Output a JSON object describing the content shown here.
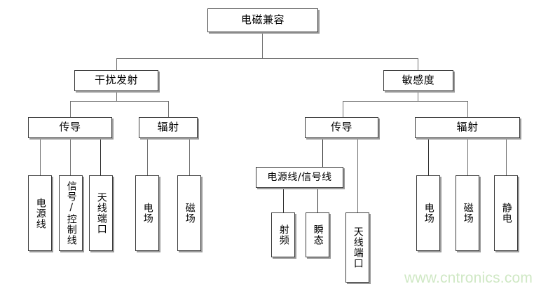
{
  "diagram": {
    "title": "电磁兼容",
    "root": {
      "label": "电磁兼容"
    },
    "level2": {
      "emission": {
        "label": "干扰发射"
      },
      "susceptibility": {
        "label": "敏感度"
      }
    },
    "level3": {
      "emission_conducted": {
        "label": "传导"
      },
      "emission_radiated": {
        "label": "辐射"
      },
      "susceptibility_conducted": {
        "label": "传导"
      },
      "susceptibility_radiated": {
        "label": "辐射"
      }
    },
    "level4": {
      "emission_conducted_power_line": {
        "label": "电源线"
      },
      "emission_conducted_signal_control_line": {
        "label": "信号/控制线"
      },
      "emission_conducted_antenna_port": {
        "label": "天线端口"
      },
      "emission_radiated_electric_field": {
        "label": "电场"
      },
      "emission_radiated_magnetic_field": {
        "label": "磁场"
      },
      "susceptibility_conducted_power_signal_line": {
        "label": "电源线/信号线"
      },
      "susceptibility_conducted_antenna_port": {
        "label": "天线端口"
      },
      "susceptibility_radiated_electric_field": {
        "label": "电场"
      },
      "susceptibility_radiated_magnetic_field": {
        "label": "磁场"
      },
      "susceptibility_radiated_electrostatic": {
        "label": "静电"
      }
    },
    "level5": {
      "rf": {
        "label": "射频"
      },
      "transient": {
        "label": "瞬态"
      }
    }
  },
  "watermark": {
    "text": "www.cntronics.com",
    "color": "#cfe8c4"
  },
  "colors": {
    "background": "#ffffff",
    "box_border": "#3a3a3a",
    "box_shadow": "#9a9a9a",
    "connector": "#6f6f6f",
    "connector_dark": "#2b2b2b",
    "text": "#000000",
    "watermark": "#cfe8c4"
  }
}
